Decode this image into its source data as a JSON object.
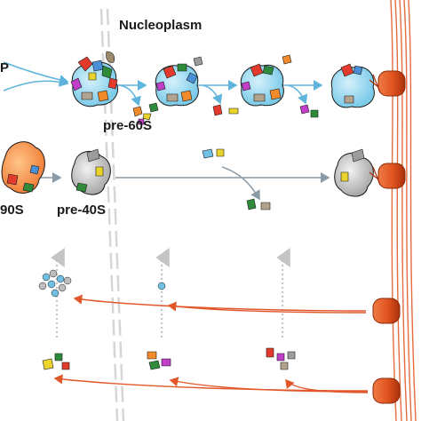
{
  "labels": {
    "compartment": "Nucleoplasm",
    "cut_label": "P",
    "pre60s": "pre-60S",
    "complex90s": "90S",
    "pre40s": "pre-40S"
  },
  "colors": {
    "pre60_core": "#9fd8ee",
    "pre40_core": "#c9c9c9",
    "pore_orange": "#e0531f",
    "pore_dark": "#a8300a",
    "flow_blue": "#5fb4dc",
    "flow_gray": "#8a9aa6",
    "return_orange": "#e2572a",
    "dotted_gray": "#c4c4c4",
    "nuclear_envelope": "#d6d6d6"
  }
}
